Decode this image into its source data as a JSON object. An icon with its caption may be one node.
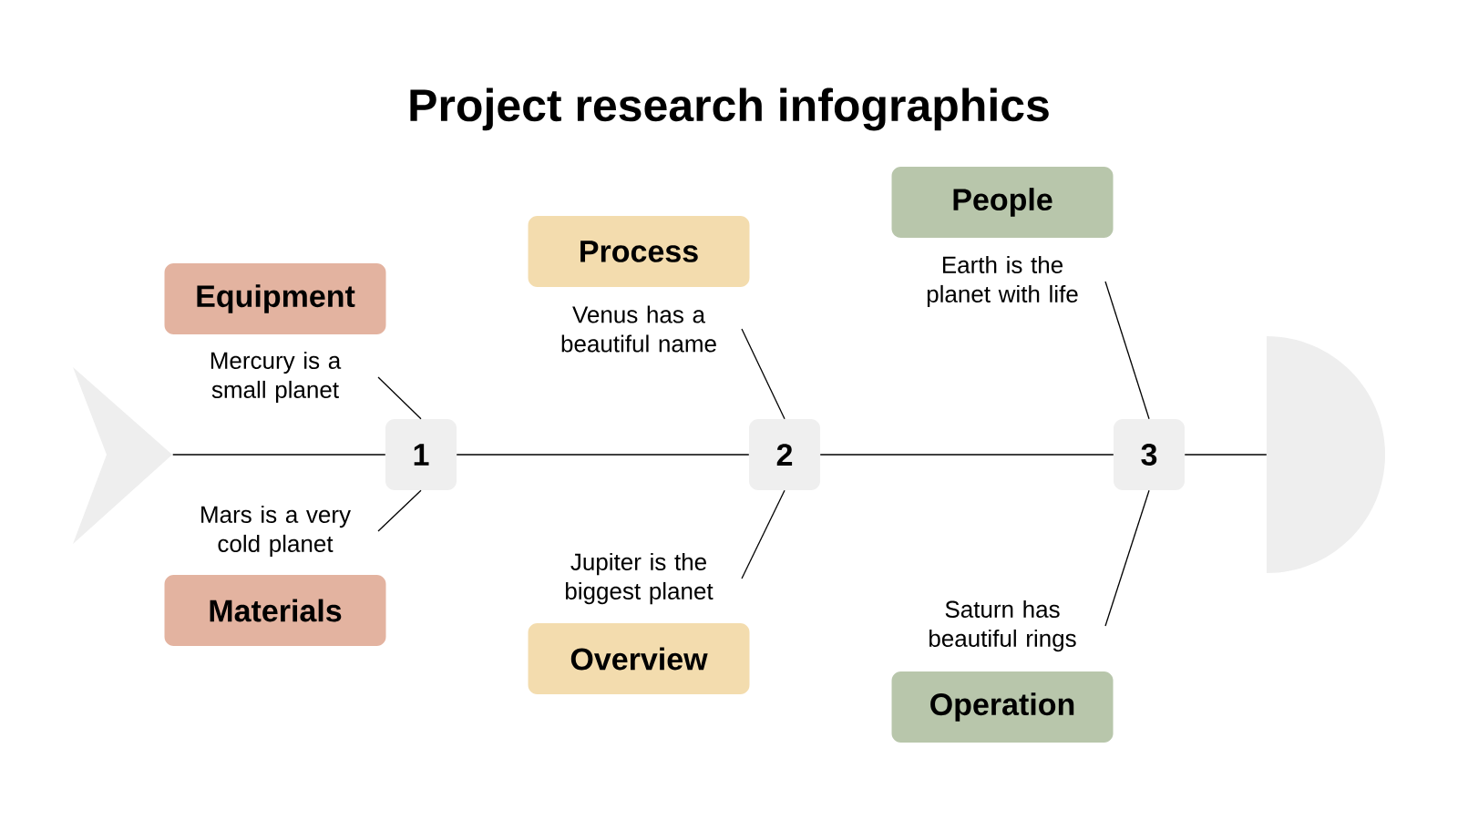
{
  "diagram": {
    "title": "Project research infographics",
    "nodes": [
      {
        "text": [],
        "shape": "chevron"
      },
      {
        "text": [
          "Equipment"
        ]
      },
      {
        "text": [
          "Mercury is a small planet"
        ]
      },
      {
        "text": [
          "1"
        ]
      },
      {
        "text": [
          "Mars is a very cold planet"
        ]
      },
      {
        "text": [
          "Materials"
        ]
      },
      {
        "text": [
          "Process"
        ]
      },
      {
        "text": [
          "Venus has a beautiful name"
        ]
      },
      {
        "text": [
          "2"
        ]
      },
      {
        "text": [
          "Jupiter is the biggest planet"
        ]
      },
      {
        "text": [
          "Overview"
        ]
      },
      {
        "text": [
          "People"
        ]
      },
      {
        "text": [
          "Earth is the planet with life"
        ]
      },
      {
        "text": [
          "3"
        ]
      },
      {
        "text": [
          "Saturn has beautiful rings"
        ]
      },
      {
        "text": [
          "Operation"
        ]
      },
      {
        "text": [],
        "shape": "semicircle"
      }
    ],
    "edges": [
      {
        "from": 0,
        "to": 3,
        "arrow": "none"
      },
      {
        "from": 3,
        "to": 8,
        "arrow": "none"
      },
      {
        "from": 8,
        "to": 13,
        "arrow": "none"
      },
      {
        "from": 13,
        "to": 16,
        "arrow": "none"
      },
      {
        "from": 2,
        "to": 3,
        "arrow": "none"
      },
      {
        "from": 4,
        "to": 3,
        "arrow": "none"
      },
      {
        "from": 7,
        "to": 8,
        "arrow": "none"
      },
      {
        "from": 9,
        "to": 8,
        "arrow": "none"
      },
      {
        "from": 12,
        "to": 13,
        "arrow": "none"
      },
      {
        "from": 14,
        "to": 13,
        "arrow": "none"
      }
    ]
  }
}
